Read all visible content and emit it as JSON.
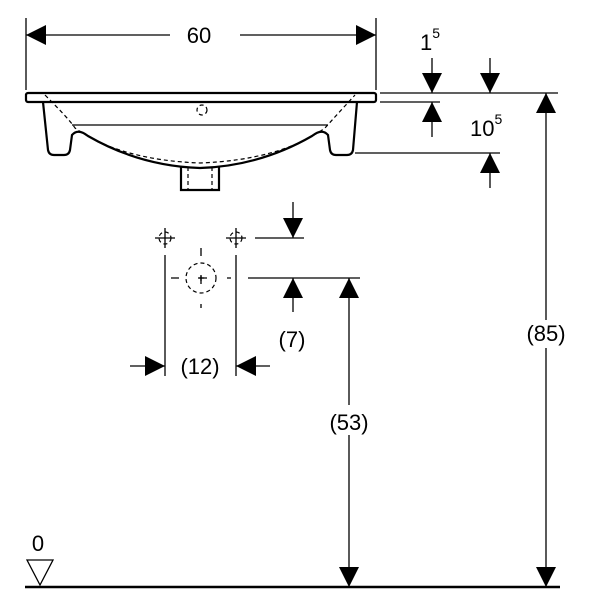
{
  "dimensions": {
    "width": "60",
    "rim_thickness": {
      "base": "1",
      "sup": "5"
    },
    "depth": {
      "base": "10",
      "sup": "5"
    },
    "tap_offset_vertical": "(7)",
    "tap_spacing": "(12)",
    "tap_height": "(53)",
    "total_height": "(85)",
    "floor_level": "0"
  }
}
